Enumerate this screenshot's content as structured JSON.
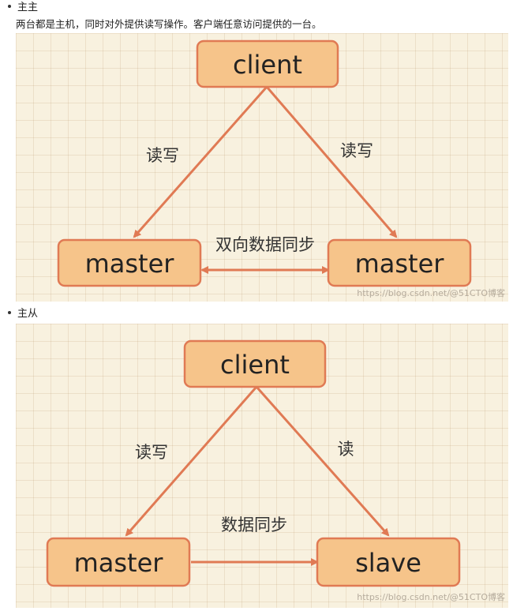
{
  "section1": {
    "bullet": "主主",
    "description": "两台都是主机，同时对外提供读写操作。客户端任意访问提供的一台。",
    "nodes": {
      "client": "client",
      "left": "master",
      "right": "master"
    },
    "edges": {
      "left": "读写",
      "right": "读写",
      "bottom": "双向数据同步"
    },
    "watermark": "https://blog.csdn.net/@51CTO博客"
  },
  "section2": {
    "bullet": "主从",
    "nodes": {
      "client": "client",
      "left": "master",
      "right": "slave"
    },
    "edges": {
      "left": "读写",
      "right": "读",
      "bottom": "数据同步"
    },
    "watermark": "https://blog.csdn.net/@51CTO博客"
  },
  "colors": {
    "node_fill": "#f6c48a",
    "node_stroke": "#e07a54",
    "background": "#f8f1df"
  }
}
